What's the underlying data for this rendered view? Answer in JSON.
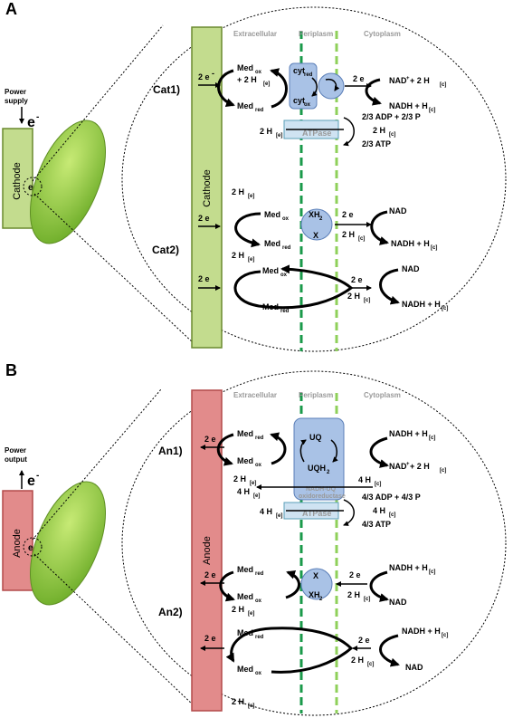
{
  "panel_a": {
    "letter": "A",
    "power_label": [
      "Power",
      "supply"
    ],
    "electrode_label": "Cathode",
    "electron_small": "e",
    "electron_big": "e",
    "electron_sup": "-",
    "columns": [
      "Extracellular",
      "Periplasm",
      "Cytoplasm"
    ],
    "cat1": {
      "label": "Cat1)",
      "e_in": "2 e",
      "med_ox": "Med",
      "med_ox_sub": "ox",
      "h_in": "+ 2 H",
      "h_in_sub": "[e]",
      "med_red": "Med",
      "med_red_sub": "red",
      "cyt_red": "cyt",
      "cyt_red_sub": "red",
      "cyt_ox": "cyt",
      "cyt_ox_sub": "ox",
      "e_mid": "2 e",
      "nad_top": "NAD",
      "nad_top_rest": " + 2 H",
      "nad_top_sub": "[c]",
      "nadh": "NADH + H",
      "nadh_sub": "[c]",
      "atp_left": "2 H",
      "atp_left_sub": "[e]",
      "atpase": "ATPase",
      "adp": "2/3 ADP + 2/3 P",
      "h_right": "2 H",
      "h_right_sub": "[c]",
      "atp": "2/3 ATP"
    },
    "cat2": {
      "label": "Cat2)",
      "h1": "2 H",
      "h1_sub": "[e]",
      "e1": "2 e",
      "med_ox1": "Med",
      "med_ox1_sub": "ox",
      "med_red1": "Med",
      "med_red1_sub": "red",
      "xh2": "XH",
      "xh2_sub": "2",
      "x": "X",
      "e_mid": "2 e",
      "h_mid": "2 H",
      "h_mid_sub": "[c]",
      "nad1": "NAD",
      "nadh1": "NADH + H",
      "nadh1_sub": "[c]",
      "h2": "2 H",
      "h2_sub": "[e]",
      "e2": "2 e",
      "med_ox2": "Med",
      "med_ox2_sub": "ox",
      "med_red2": "Med",
      "med_red2_sub": "red",
      "e_mid2": "2 e",
      "h_mid2": "2 H",
      "h_mid2_sub": "[c]",
      "nad2": "NAD",
      "nadh2": "NADH + H",
      "nadh2_sub": "[c]"
    }
  },
  "panel_b": {
    "letter": "B",
    "power_label": [
      "Power",
      "output"
    ],
    "electrode_label": "Anode",
    "electron_small": "e",
    "electron_big": "e",
    "electron_sup": "-",
    "columns": [
      "Extracellular",
      "Periplasm",
      "Cytoplasm"
    ],
    "an1": {
      "label": "An1)",
      "e_out": "2 e",
      "med_red": "Med",
      "med_red_sub": "red",
      "med_ox": "Med",
      "med_ox_sub": "ox",
      "h_out": "2 H",
      "h_out_sub": "[e]",
      "uq": "UQ",
      "uqh2": "UQH",
      "uqh2_sub": "2",
      "nadh": "NADH + H",
      "nadh_sub": "[c]",
      "nad": "NAD",
      "nad_rest": " + 2 H",
      "nad_sub": "[c]",
      "complex": [
        "NADH-UQ",
        "oxidoreductase"
      ],
      "h_left": "4 H",
      "h_left_sub": "[e]",
      "h_right": "4 H",
      "h_right_sub": "[c]",
      "adp": "4/3 ADP + 4/3 P",
      "atp_left": "4 H",
      "atp_left_sub": "[e]",
      "atpase": "ATPase",
      "atp_right": "4 H",
      "atp_right_sub": "[c]",
      "atp": "4/3 ATP"
    },
    "an2": {
      "label": "An2)",
      "e1": "2 e",
      "med_red1": "Med",
      "med_red1_sub": "red",
      "med_ox1": "Med",
      "med_ox1_sub": "ox",
      "h1": "2 H",
      "h1_sub": "[e]",
      "x": "X",
      "xh2": "XH",
      "xh2_sub": "2",
      "e_mid": "2 e",
      "h_mid": "2 H",
      "h_mid_sub": "[c]",
      "nadh1": "NADH + H",
      "nadh1_sub": "[c]",
      "nad1": "NAD",
      "e2": "2 e",
      "med_red2": "Med",
      "med_red2_sub": "red",
      "med_ox2": "Med",
      "med_ox2_sub": "ox",
      "h2": "2 H",
      "h2_sub": "[e]",
      "e_mid2": "2 e",
      "h_mid2": "2 H",
      "h_mid2_sub": "[c]",
      "nadh2": "NADH + H",
      "nadh2_sub": "[c]",
      "nad2": "NAD"
    }
  },
  "colors": {
    "cathode_fill": "#c3dc8e",
    "cathode_stroke": "#6a8a2e",
    "anode_fill": "#e28b8b",
    "anode_stroke": "#b34a4a",
    "cell_green": "#8cc63f",
    "periplasm_dark": "#1a9a4a",
    "periplasm_light": "#8fd05a",
    "protein_fill": "#a9c2e6",
    "protein_stroke": "#5b7fb8"
  }
}
